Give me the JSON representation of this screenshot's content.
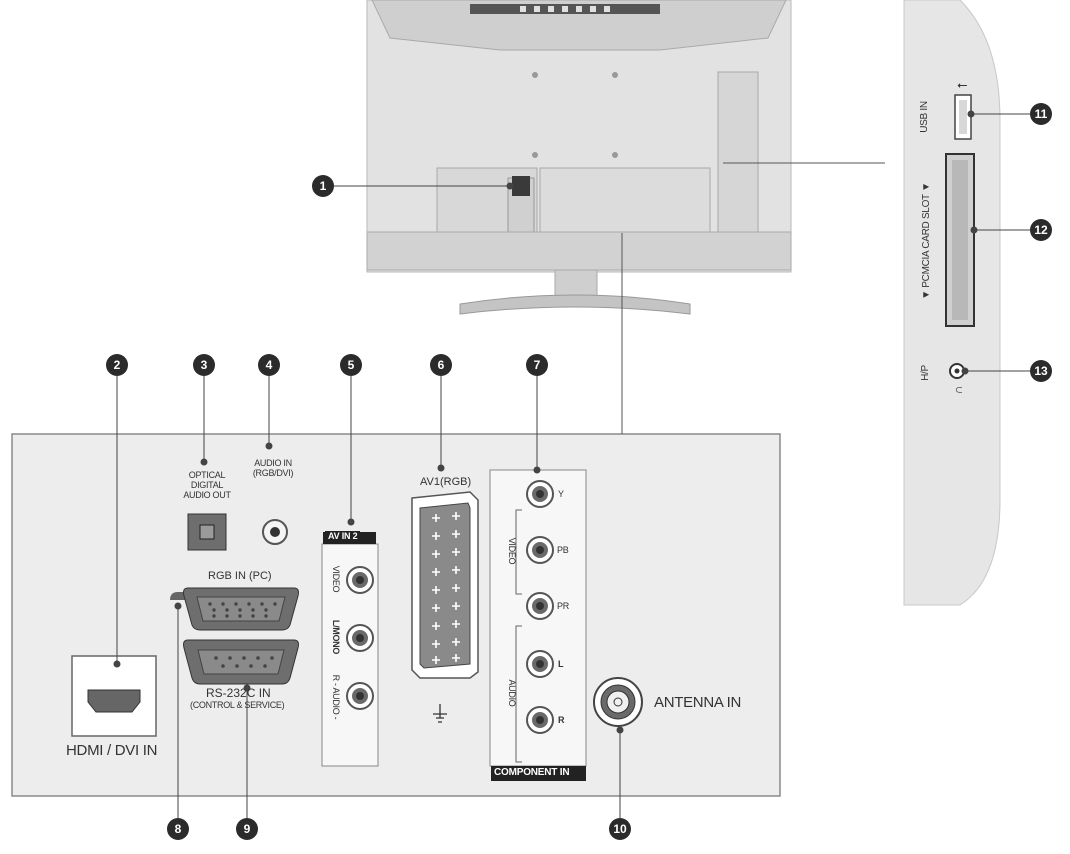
{
  "callouts": [
    "1",
    "2",
    "3",
    "4",
    "5",
    "6",
    "7",
    "8",
    "9",
    "10",
    "11",
    "12",
    "13"
  ],
  "labels": {
    "optical_line1": "OPTICAL",
    "optical_line2": "DIGITAL",
    "optical_line3": "AUDIO OUT",
    "audio_in_line1": "AUDIO IN",
    "audio_in_line2": "(RGB/DVI)",
    "av_in_2": "AV IN 2",
    "video": "VIDEO",
    "l_mono": "L/MONO",
    "audio_r": "R - AUDIO -",
    "av1": "AV1(RGB)",
    "rgb_in": "RGB IN (PC)",
    "rs232_line1": "RS-232C IN",
    "rs232_line2": "(CONTROL & SERVICE)",
    "hdmi": "HDMI / DVI IN",
    "y": "Y",
    "pb": "PB",
    "pr": "PR",
    "comp_video": "VIDEO",
    "comp_audio": "AUDIO",
    "l": "L",
    "r": "R",
    "component_in": "COMPONENT IN",
    "antenna_in": "ANTENNA IN",
    "usb_in": "USB IN",
    "pcmcia": "▼ PCMCIA CARD SLOT ▼",
    "hp": "H/P"
  },
  "colors": {
    "tv_body": "#e4e4e4",
    "panel_fill": "#ededed",
    "outline": "#8a8a8a",
    "callout": "#2b2b2b",
    "connector_dark": "#5a5a5a"
  },
  "icons": {
    "usb": "usb-symbol-icon",
    "headphone": "headphone-icon",
    "scart": "scart-connector-icon",
    "vga": "d-sub-connector-icon"
  }
}
